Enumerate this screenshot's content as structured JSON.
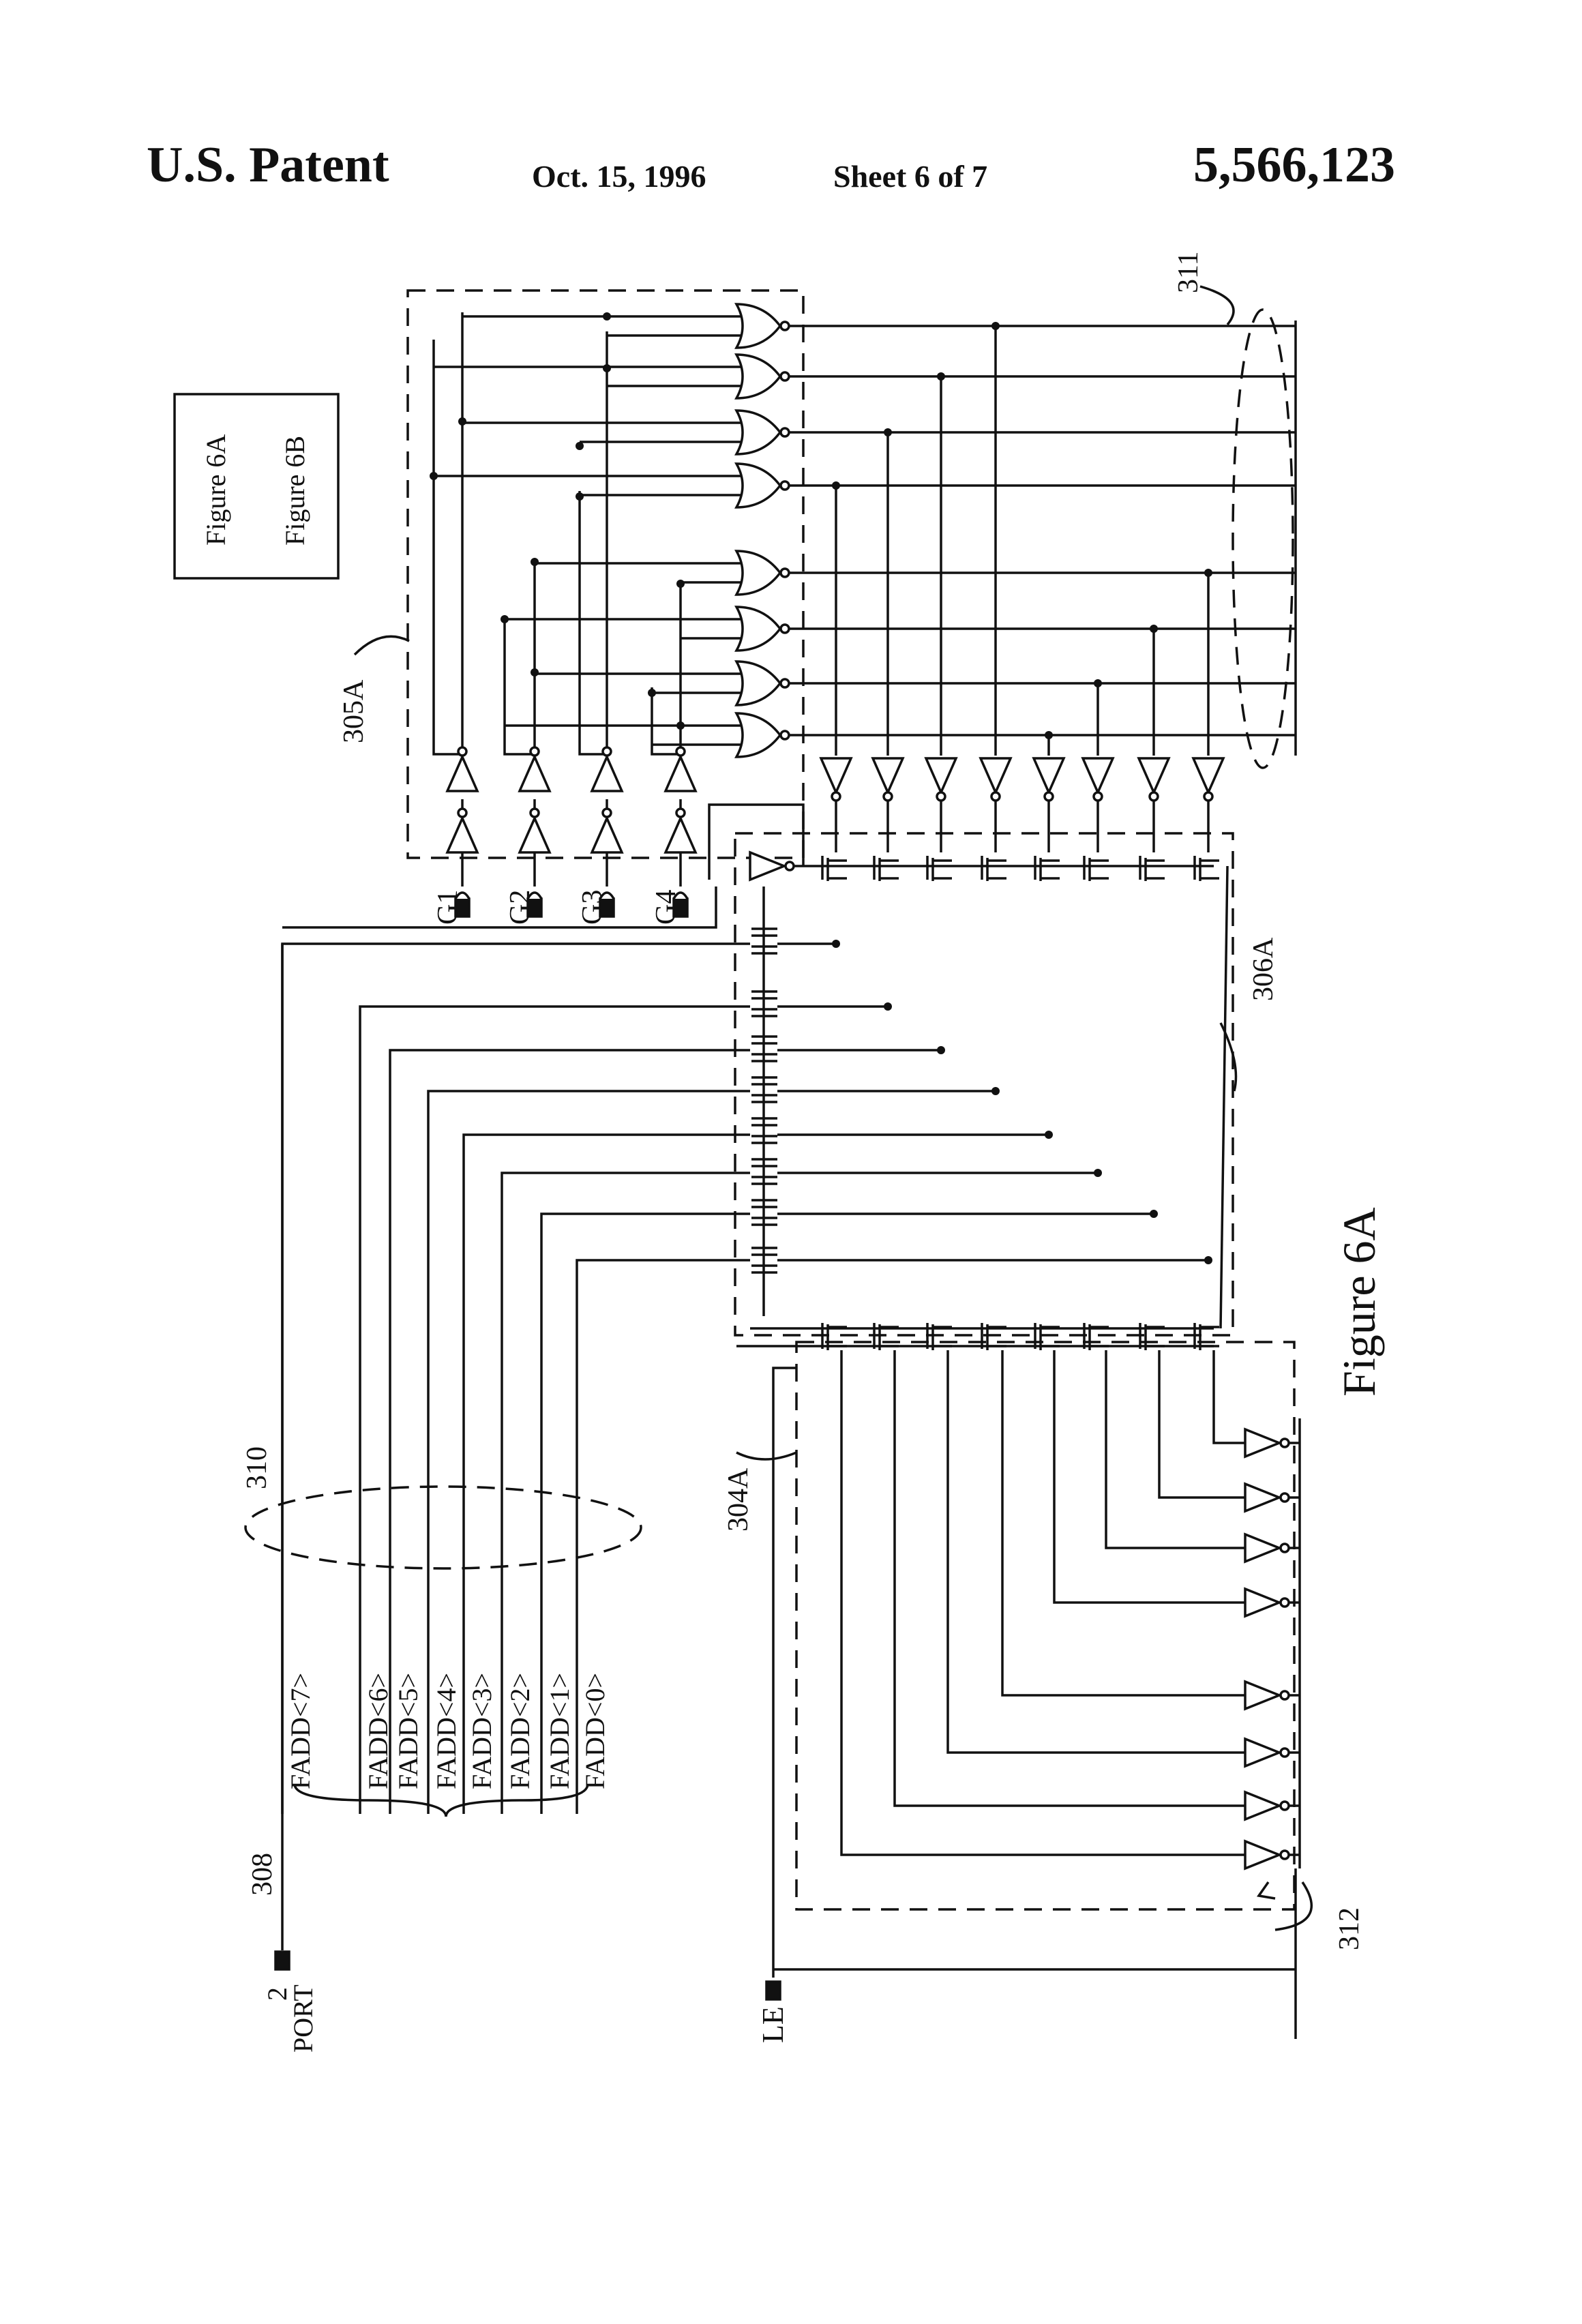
{
  "header": {
    "patent_label": "U.S. Patent",
    "date": "Oct. 15, 1996",
    "sheet": "Sheet 6 of 7",
    "patent_number": "5,566,123"
  },
  "key_box": {
    "top": "Figure 6A",
    "bottom": "Figure 6B"
  },
  "figure_title": "Figure 6A",
  "gate_inputs": [
    "G1",
    "G2",
    "G3",
    "G4"
  ],
  "bus_labels": [
    "FADD<7>",
    "FADD<6>",
    "FADD<5>",
    "FADD<4>",
    "FADD<3>",
    "FADD<2>",
    "FADD<1>",
    "FADD<0>"
  ],
  "port": {
    "number": "2",
    "name": "PORT"
  },
  "le_label": "LE",
  "ref_numerals": {
    "r305A": "305A",
    "r306A": "306A",
    "r304A": "304A",
    "r310": "310",
    "r311": "311",
    "r312": "312",
    "r308": "308"
  }
}
